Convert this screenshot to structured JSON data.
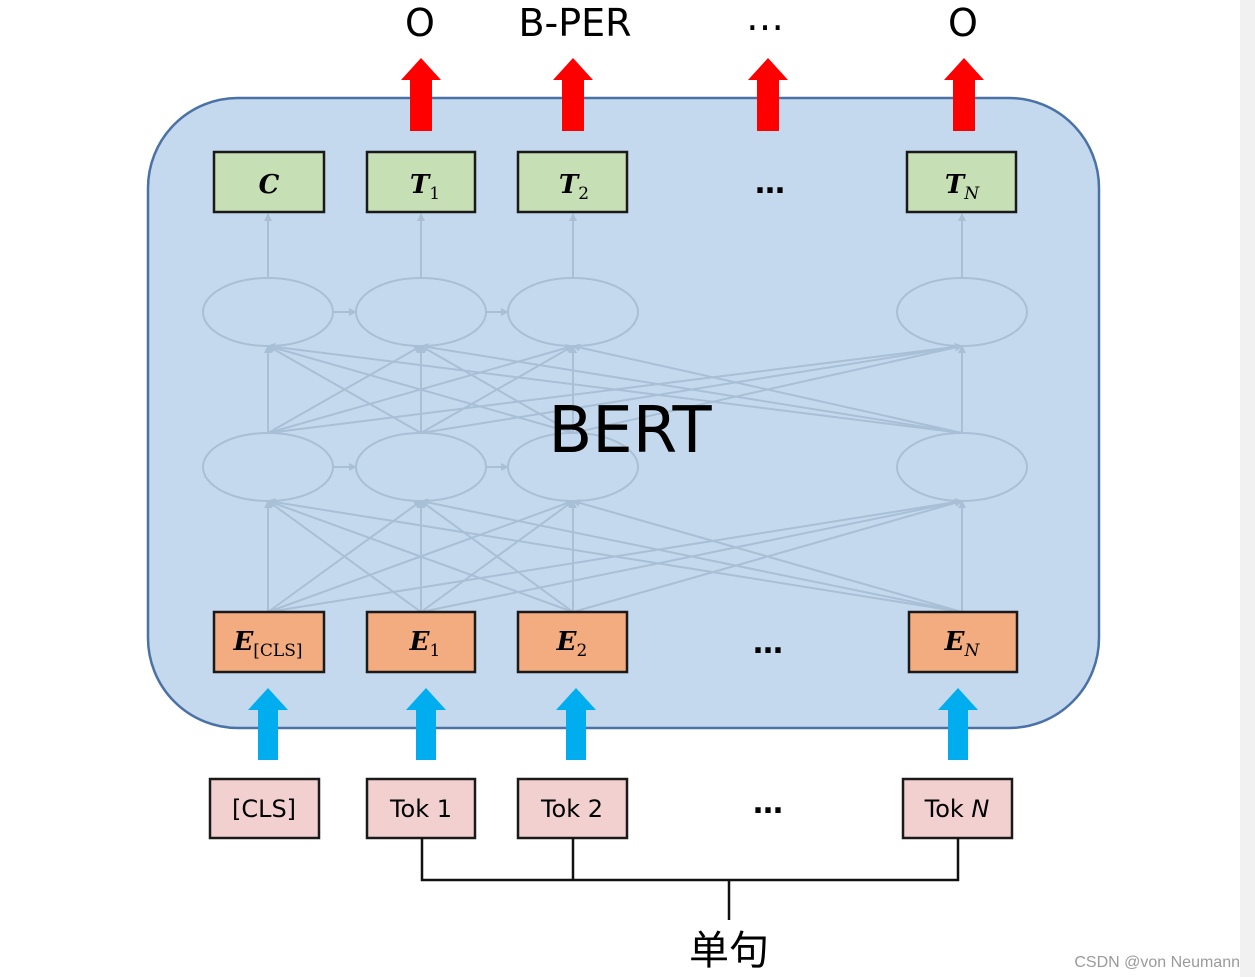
{
  "outputs": [
    "O",
    "B-PER",
    "…",
    "O"
  ],
  "model_label": "BERT",
  "top_boxes": [
    {
      "main": "C",
      "sub": ""
    },
    {
      "main": "T",
      "sub": "1"
    },
    {
      "main": "T",
      "sub": "2"
    },
    {
      "main": "T",
      "sub": "N"
    }
  ],
  "top_ellipsis": "…",
  "embeddings": [
    {
      "main": "E",
      "sub": "[CLS]"
    },
    {
      "main": "E",
      "sub": "1"
    },
    {
      "main": "E",
      "sub": "2"
    },
    {
      "main": "E",
      "sub": "N"
    }
  ],
  "embedding_ellipsis": "…",
  "tokens": [
    {
      "text": "[CLS]",
      "italic": ""
    },
    {
      "text": "Tok 1",
      "italic": ""
    },
    {
      "text": "Tok 2",
      "italic": ""
    },
    {
      "text": "Tok ",
      "italic": "N"
    }
  ],
  "token_ellipsis": "…",
  "caption": "单句",
  "watermark": "CSDN @von  Neumann",
  "colors": {
    "bert_fill": "#c5d9ee",
    "bert_stroke": "#4a72a6",
    "top_box_fill": "#c6dfb4",
    "embedding_fill": "#f3ac7f",
    "token_fill": "#f3d0d0",
    "token_stroke": "#a94a4a",
    "output_arrow": "#ff0000",
    "input_arrow": "#00aeef",
    "network_lines": "#a9bfd6"
  }
}
